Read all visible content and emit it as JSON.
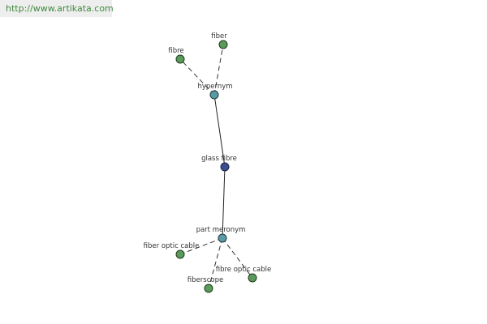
{
  "site_url": "http://www.artikata.com",
  "nodes": {
    "fiber": {
      "label": "fiber",
      "color": "#5a9a5a"
    },
    "fibre": {
      "label": "fibre",
      "color": "#5a9a5a"
    },
    "hypernym": {
      "label": "hypernym",
      "color": "#5a9aa4"
    },
    "glass_fibre": {
      "label": "glass fibre",
      "color": "#3c4c8c"
    },
    "part_meronym": {
      "label": "part meronym",
      "color": "#5a9aa4"
    },
    "fiber_optic_cable": {
      "label": "fiber optic cable",
      "color": "#5a9a5a"
    },
    "fibre_optic_cable": {
      "label": "fibre optic cable",
      "color": "#5a9a5a"
    },
    "fiberscope": {
      "label": "fiberscope",
      "color": "#5a9a5a"
    }
  },
  "edges": [
    {
      "from": "hypernym",
      "to": "fiber",
      "style": "dashed"
    },
    {
      "from": "hypernym",
      "to": "fibre",
      "style": "dashed"
    },
    {
      "from": "hypernym",
      "to": "glass_fibre",
      "style": "solid"
    },
    {
      "from": "glass_fibre",
      "to": "part_meronym",
      "style": "solid"
    },
    {
      "from": "part_meronym",
      "to": "fiber_optic_cable",
      "style": "dashed"
    },
    {
      "from": "part_meronym",
      "to": "fibre_optic_cable",
      "style": "dashed"
    },
    {
      "from": "part_meronym",
      "to": "fiberscope",
      "style": "dashed"
    }
  ]
}
